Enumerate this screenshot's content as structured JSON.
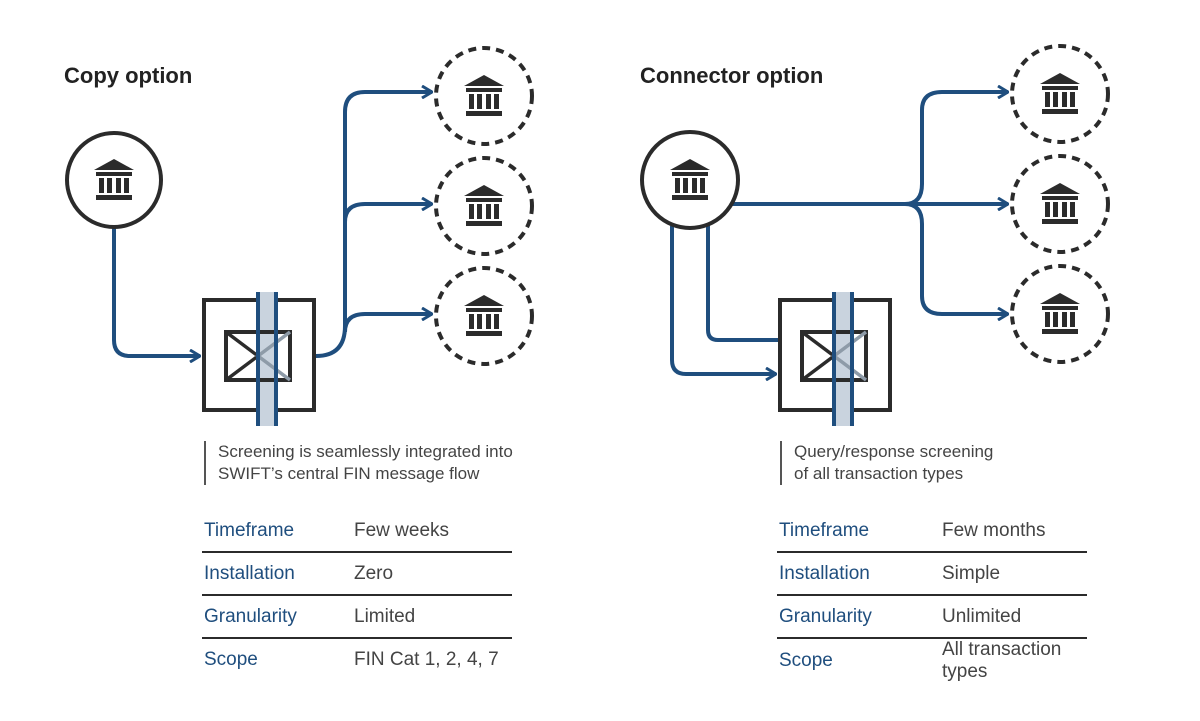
{
  "options": [
    {
      "id": "copy",
      "title": "Copy option",
      "caption": [
        "Screening is seamlessly integrated into",
        "SWIFT’s central FIN message flow"
      ],
      "rows": [
        {
          "key": "Timeframe",
          "value": "Few weeks"
        },
        {
          "key": "Installation",
          "value": "Zero"
        },
        {
          "key": "Granularity",
          "value": "Limited"
        },
        {
          "key": "Scope",
          "value": "FIN Cat 1, 2, 4, 7"
        }
      ]
    },
    {
      "id": "connector",
      "title": "Connector option",
      "caption": [
        "Query/response screening",
        "of all transaction types"
      ],
      "rows": [
        {
          "key": "Timeframe",
          "value": "Few months"
        },
        {
          "key": "Installation",
          "value": "Simple"
        },
        {
          "key": "Granularity",
          "value": "Unlimited"
        },
        {
          "key": "Scope",
          "value": "All transaction types"
        }
      ]
    }
  ],
  "colors": {
    "flow": "#1f4e7e",
    "outline": "#2b2b2b",
    "screen_band": "#c9d3de",
    "key_text": "#1f4e7e"
  },
  "icons": {
    "sender_bank": "bank-icon",
    "receiver_bank": "bank-icon",
    "screening_box": "envelope-icon"
  }
}
